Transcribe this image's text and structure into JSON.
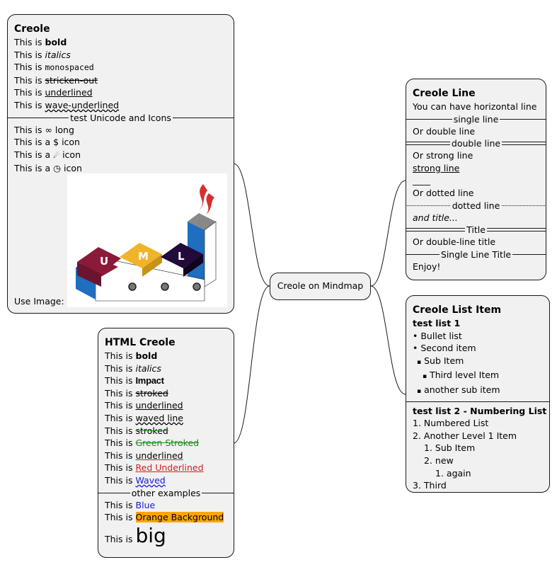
{
  "center": {
    "label": "Creole on Mindmap"
  },
  "creole": {
    "title": "Creole",
    "prefix": "This is",
    "bold": "bold",
    "italics": "italics",
    "mono": "monospaced",
    "strike": "stricken-out",
    "underline": "underlined",
    "wave": "wave-underlined",
    "sep_caption": "test Unicode and Icons",
    "line_inf_pre": "This is",
    "inf": "∞",
    "long": "long",
    "line_a": "This is a",
    "dollar": "$",
    "icon": "icon",
    "rocket": "☄",
    "clock": "◷",
    "use_image": "Use Image:"
  },
  "html_creole": {
    "title": "HTML Creole",
    "prefix": "This is",
    "bold": "bold",
    "italics": "italics",
    "impact": "Impact",
    "stroked": "stroked",
    "underlined": "underlined",
    "waved_line": "waved line",
    "stroked2": "stroked",
    "green_stroked": "Green Stroked",
    "underlined2": "underlined",
    "red_underlined": "Red Underlined",
    "waved": "Waved",
    "sep_caption": "other examples",
    "blue": "Blue",
    "orange_bg": "Orange Background",
    "big": "big",
    "colors": {
      "green": "#1a8a1a",
      "red": "#d42020",
      "blue": "#1a1ad4",
      "orange": "#ffa500"
    }
  },
  "creole_line": {
    "title": "Creole Line",
    "l1": "You can have horizontal line",
    "single_caption": "single line",
    "l2": "Or double line",
    "double_caption": "double line",
    "l3": "Or strong line",
    "l4": "strong line",
    "l5": "____",
    "l6": "Or dotted line",
    "dotted_caption": "dotted line",
    "l7": "and title...",
    "title_caption": "Title",
    "l8": "Or double-line title",
    "single_title_caption": "Single Line Title",
    "l9": "Enjoy!"
  },
  "creole_list": {
    "title": "Creole List Item",
    "list1_title": "test list 1",
    "bullet": "•",
    "sub_bullet": "▪",
    "b1": "Bullet list",
    "b2": "Second item",
    "b3": "Sub Item",
    "b4": "Third level Item",
    "b5": "another sub item",
    "list2_title": "test list 2 - Numbering List",
    "n1_num": "1.",
    "n1": "Numbered List",
    "n2_num": "2.",
    "n2": "Another Level 1 Item",
    "n3_num": "1.",
    "n3": "Sub Item",
    "n4_num": "2.",
    "n4": "new",
    "n5_num": "1.",
    "n5": "again",
    "n6_num": "3.",
    "n6": "Third"
  },
  "logo": {
    "letters": [
      "U",
      "M",
      "L"
    ],
    "colors": {
      "red": "#8b1a3a",
      "yellow": "#f0b428",
      "purple": "#220a3a",
      "blue": "#1f6ec0",
      "flame": "#d43030"
    }
  }
}
